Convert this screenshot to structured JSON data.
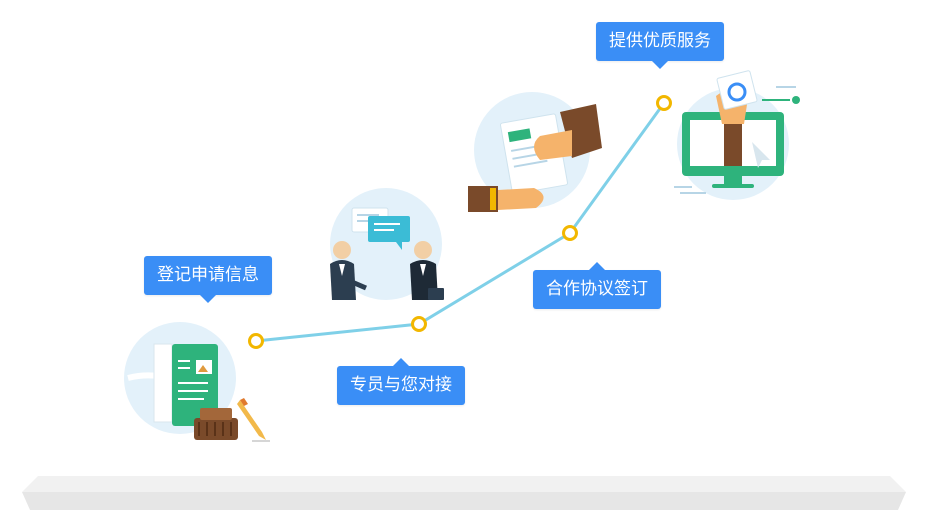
{
  "steps": [
    {
      "label": "登记申请信息",
      "icon": "document-pen-icon"
    },
    {
      "label": "专员与您对接",
      "icon": "consultant-chat-icon"
    },
    {
      "label": "合作协议签订",
      "icon": "handshake-contract-icon"
    },
    {
      "label": "提供优质服务",
      "icon": "monitor-service-icon"
    }
  ],
  "colors": {
    "tooltip": "#3a8ef6",
    "line": "#7fd0e8",
    "node_ring": "#f2b700",
    "circle_bg": "#e3f1fa",
    "green": "#2eb37c",
    "brown": "#7a4a2a"
  }
}
